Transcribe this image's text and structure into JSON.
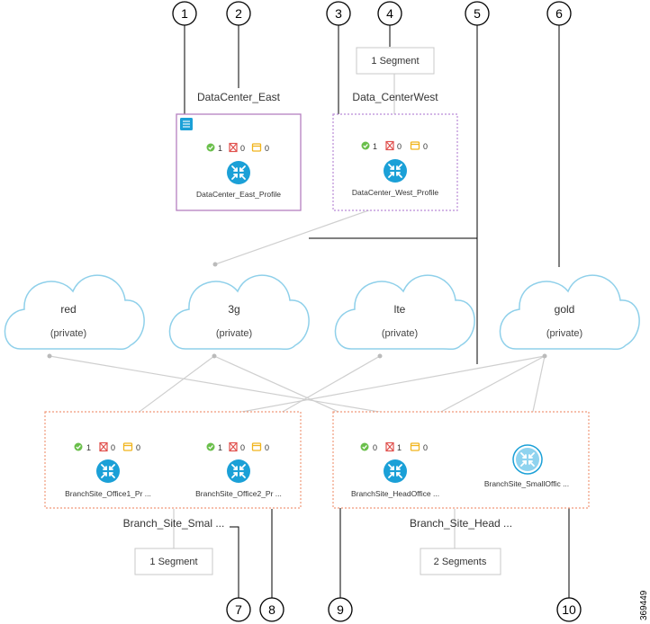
{
  "callouts": [
    "1",
    "2",
    "3",
    "4",
    "5",
    "6",
    "7",
    "8",
    "9",
    "10"
  ],
  "sites": {
    "dc_east": {
      "label": "DataCenter_East",
      "device": "DataCenter_East_Profile",
      "stats": [
        "1",
        "0",
        "0"
      ]
    },
    "dc_west": {
      "label": "Data_CenterWest",
      "device": "DataCenter_West_Profile",
      "stats": [
        "1",
        "0",
        "0"
      ],
      "segment": "1 Segment"
    },
    "branch_small": {
      "label": "Branch_Site_Smal ...",
      "segment": "1 Segment",
      "devices": [
        {
          "name": "BranchSite_Office1_Pr ...",
          "stats": [
            "1",
            "0",
            "0"
          ]
        },
        {
          "name": "BranchSite_Office2_Pr ...",
          "stats": [
            "1",
            "0",
            "0"
          ]
        }
      ]
    },
    "branch_head": {
      "label": "Branch_Site_Head ...",
      "segment": "2 Segments",
      "devices": [
        {
          "name": "BranchSite_HeadOffice ...",
          "stats": [
            "0",
            "1",
            "0"
          ]
        },
        {
          "name": "BranchSite_SmallOffic ..."
        }
      ]
    }
  },
  "transports": [
    {
      "name": "red",
      "type": "(private)"
    },
    {
      "name": "3g",
      "type": "(private)"
    },
    {
      "name": "lte",
      "type": "(private)"
    },
    {
      "name": "gold",
      "type": "(private)"
    }
  ],
  "figure_id": "369449",
  "colors": {
    "cloud_stroke": "#8fd0ea",
    "device_blue": "#1ba0d7",
    "dc_east_border": "#b57fc0",
    "dc_west_border": "#b98ad6",
    "branch_border": "#f0997a",
    "link_gray": "#cfcfcf",
    "ok_green": "#6abf4b",
    "err_red": "#e0504d",
    "warn_yellow": "#f1b41c"
  }
}
